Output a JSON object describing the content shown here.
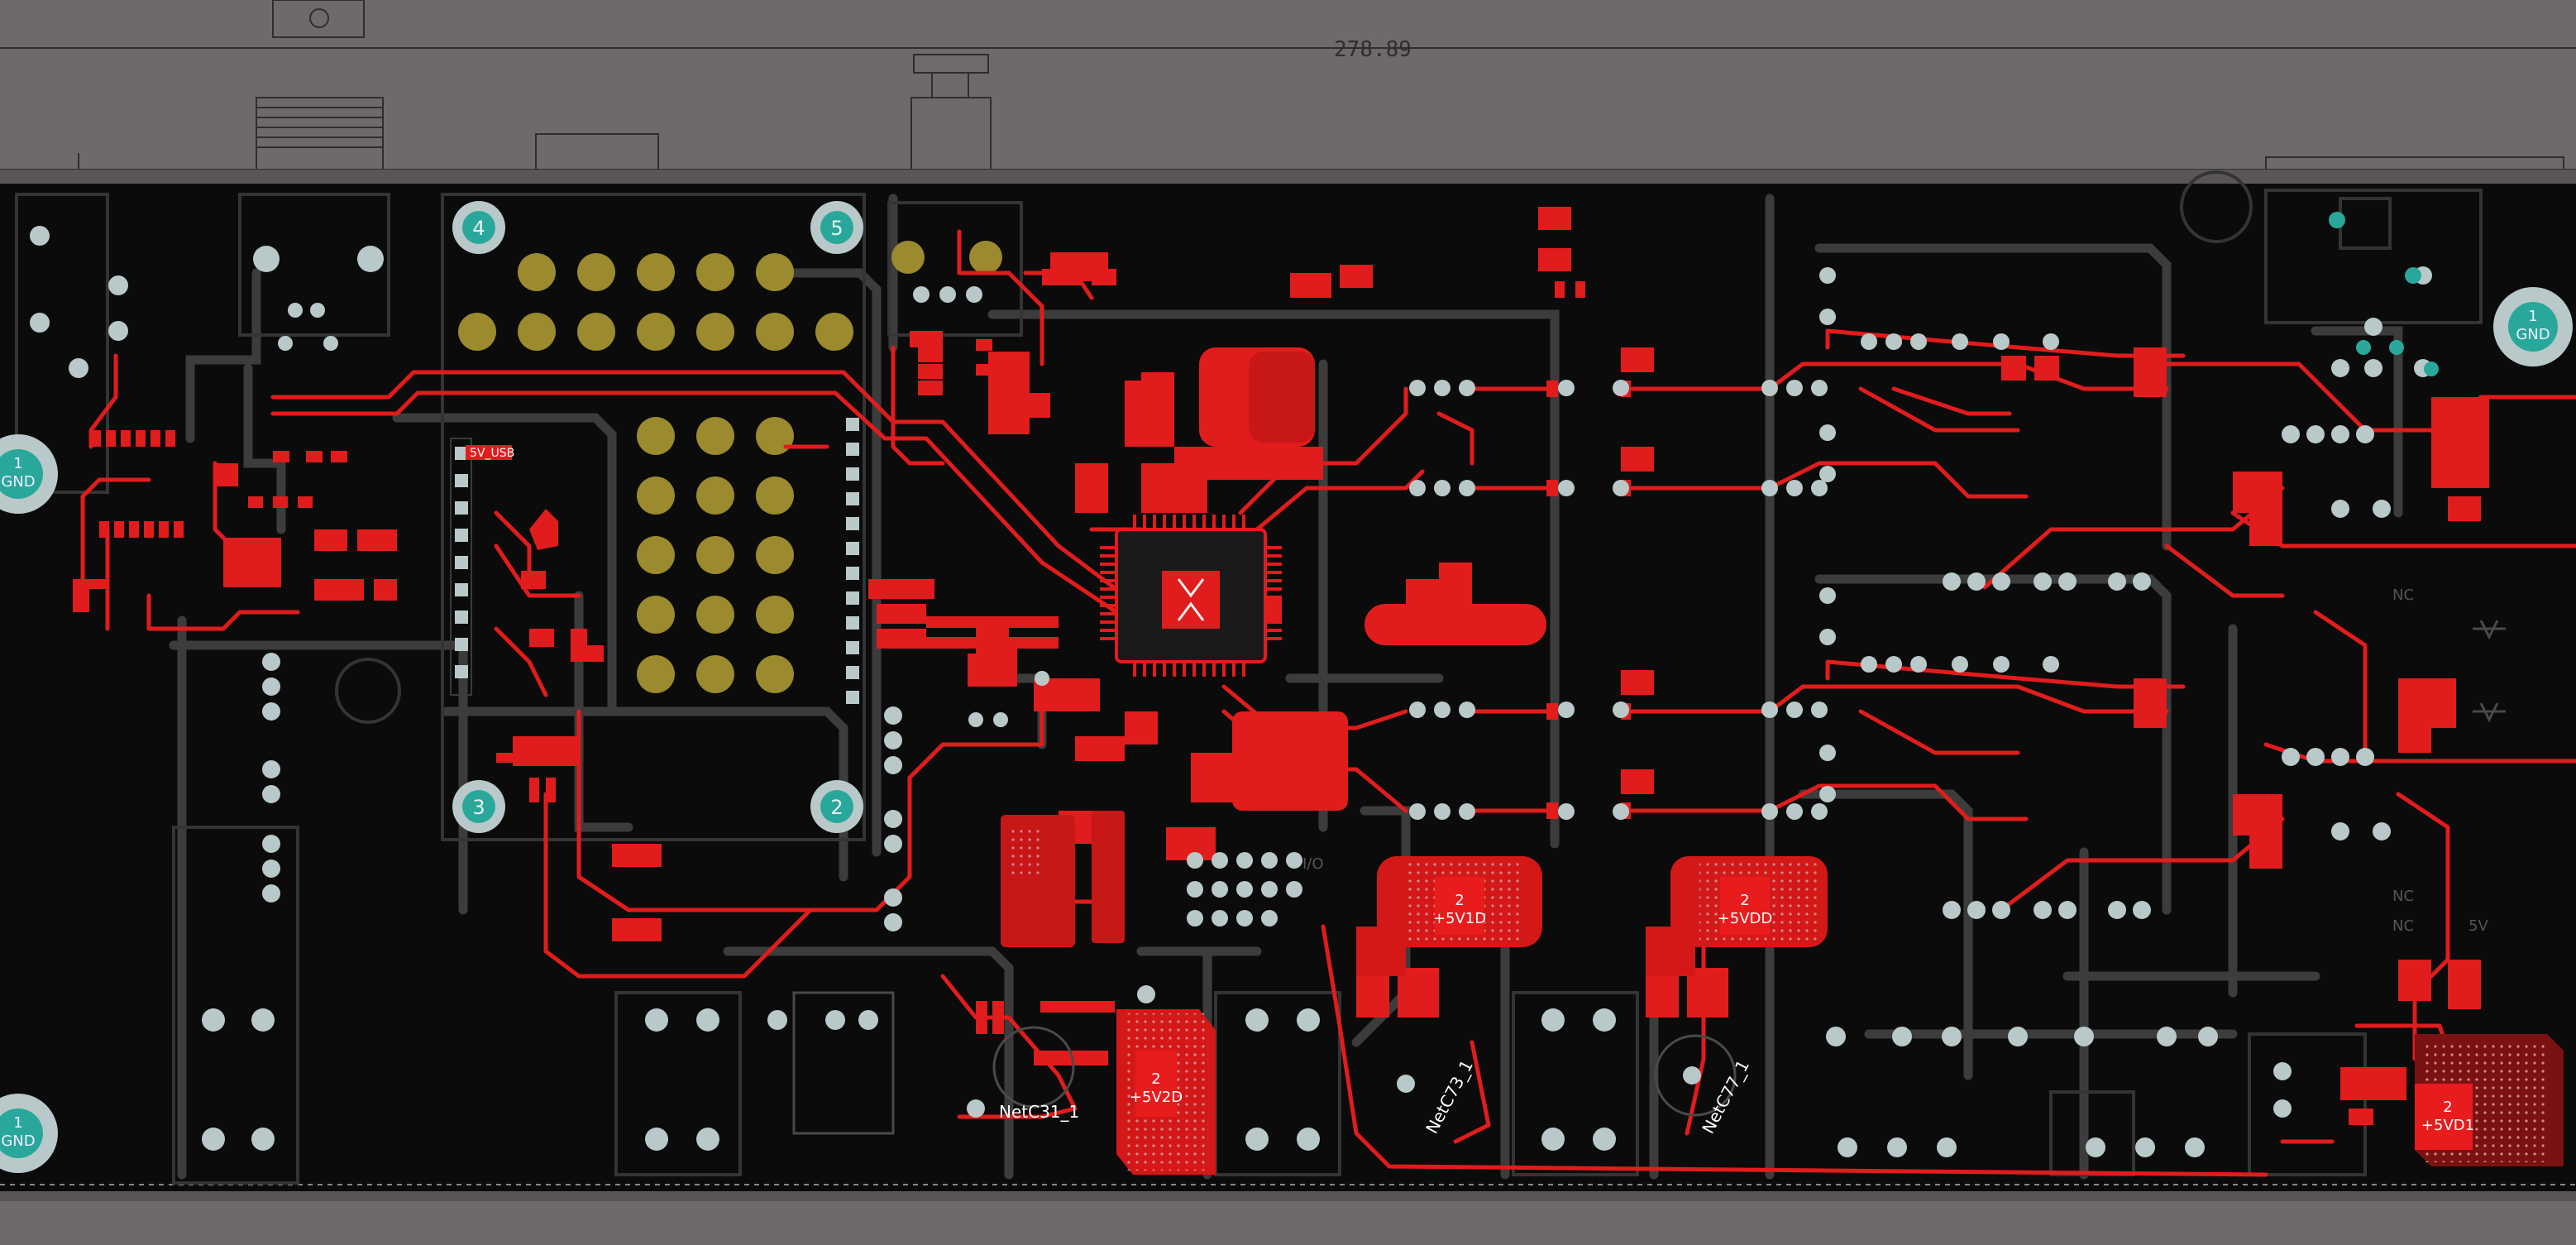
{
  "board": {
    "dimension_text": "278.89",
    "colors": {
      "background": "#6f6a6a",
      "board": "#0b0b0b",
      "copper": "#e11c1c",
      "copper_dark": "#a81414",
      "inner_trace": "#3c3c3c",
      "pad": "#b9c9c9",
      "gold": "#9b8a2e",
      "teal": "#2aa79b",
      "outline": "#3a3a3a"
    }
  },
  "mounting_holes": [
    {
      "id": "mh-4",
      "label": "4"
    },
    {
      "id": "mh-5",
      "label": "5"
    },
    {
      "id": "mh-3",
      "label": "3"
    },
    {
      "id": "mh-2",
      "label": "2"
    }
  ],
  "gnd_holes": [
    {
      "id": "gnd-left-top",
      "num": "1",
      "net": "GND"
    },
    {
      "id": "gnd-left-bottom",
      "num": "1",
      "net": "GND"
    },
    {
      "id": "gnd-right-top",
      "num": "1",
      "net": "GND"
    }
  ],
  "power_pours": [
    {
      "id": "pour-5v2d",
      "num": "2",
      "net": "+5V2D"
    },
    {
      "id": "pour-5v1d",
      "num": "2",
      "net": "+5V1D"
    },
    {
      "id": "pour-5vdd",
      "num": "2",
      "net": "+5VDD"
    },
    {
      "id": "pour-5vd1",
      "num": "2",
      "net": "+5VD1"
    }
  ],
  "net_labels": [
    {
      "id": "net-c31",
      "text": "NetC31_1"
    },
    {
      "id": "net-c73",
      "text": "NetC73_1"
    },
    {
      "id": "net-c77",
      "text": "NetC77_1"
    }
  ],
  "silk_labels": {
    "usb": "5V_USB",
    "nc_label": "NC",
    "v5": "5V",
    "io": "I/O"
  }
}
